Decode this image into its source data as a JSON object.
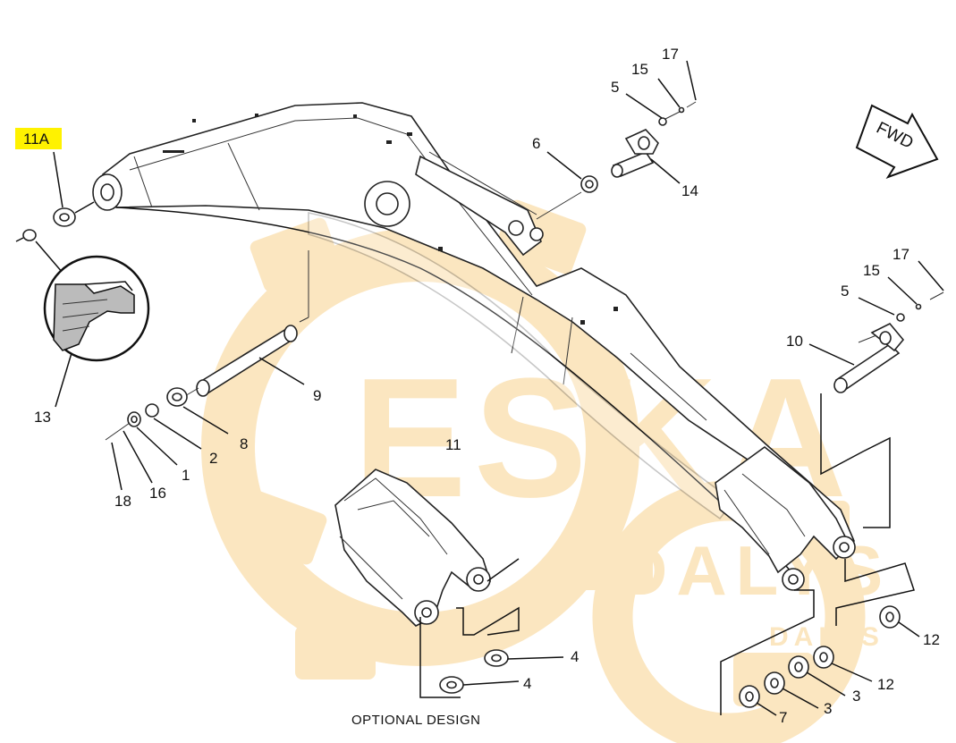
{
  "highlight_color": "#fff200",
  "watermark": {
    "main": "ESKA",
    "secondary": "DALYS",
    "color": "#f5c46a"
  },
  "callouts": {
    "c11a": "11A",
    "c13": "13",
    "c18": "18",
    "c16": "16",
    "c1": "1",
    "c2": "2",
    "c8": "8",
    "c9": "9",
    "c11": "11",
    "c6": "6",
    "c14": "14",
    "c5a": "5",
    "c15a": "15",
    "c17a": "17",
    "c17b": "17",
    "c15b": "15",
    "c5b": "5",
    "c10": "10",
    "c4a": "4",
    "c4b": "4",
    "c12a": "12",
    "c12b": "12",
    "c3a": "3",
    "c3b": "3",
    "c7": "7"
  },
  "fwd_label": "FWD",
  "optional_label": "OPTIONAL DESIGN",
  "icons": [
    "forward-arrow-icon",
    "detail-magnifier-icon"
  ]
}
